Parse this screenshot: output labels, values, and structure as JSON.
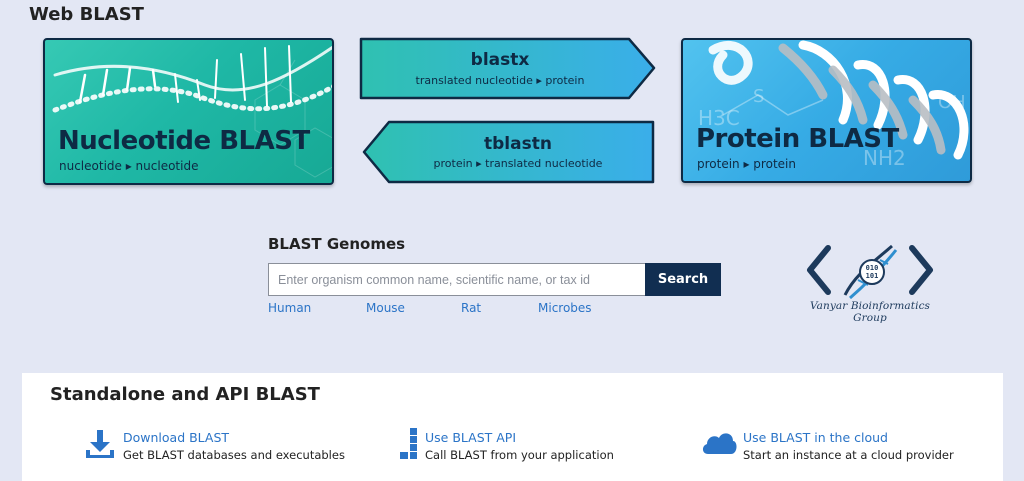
{
  "page": {
    "title": "Web BLAST"
  },
  "cards": {
    "nucleotide": {
      "title": "Nucleotide BLAST",
      "subtitle": "nucleotide ▸ nucleotide"
    },
    "blastx": {
      "title": "blastx",
      "subtitle": "translated nucleotide ▸ protein"
    },
    "tblastn": {
      "title": "tblastn",
      "subtitle": "protein ▸ translated nucleotide"
    },
    "protein": {
      "title": "Protein BLAST",
      "subtitle": "protein ▸ protein"
    }
  },
  "genomes": {
    "heading": "BLAST Genomes",
    "placeholder": "Enter organism common name, scientific name, or tax id",
    "search_label": "Search",
    "organisms": [
      "Human",
      "Mouse",
      "Rat",
      "Microbes"
    ]
  },
  "logo": {
    "text": "Vanyar Bioinformatics Group",
    "colors": {
      "primary": "#1d3a5c",
      "accent": "#2f8fcf"
    }
  },
  "standalone": {
    "heading": "Standalone and API BLAST",
    "tools": [
      {
        "icon": "download-icon",
        "label": "Download BLAST",
        "description": "Get BLAST databases and executables"
      },
      {
        "icon": "api-blocks-icon",
        "label": "Use BLAST API",
        "description": "Call BLAST from your application"
      },
      {
        "icon": "cloud-icon",
        "label": "Use BLAST in the cloud",
        "description": "Start an instance at a cloud provider"
      }
    ]
  },
  "colors": {
    "background": "#e3e7f4",
    "navy": "#112e51",
    "teal": "#1fb8a6",
    "sky": "#36abe5",
    "link": "#2b74c7"
  }
}
